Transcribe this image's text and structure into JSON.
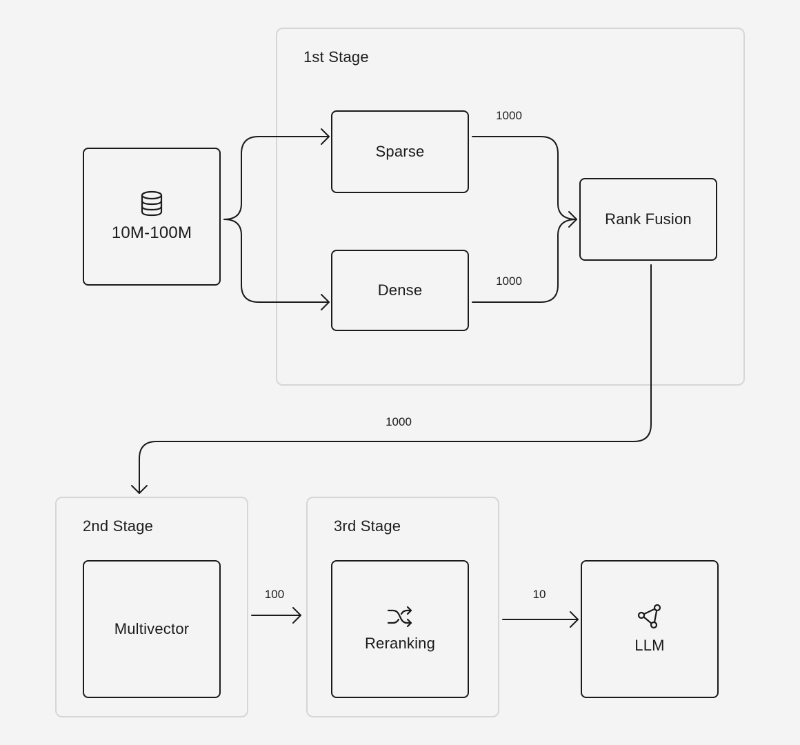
{
  "stages": {
    "first": {
      "label": "1st Stage"
    },
    "second": {
      "label": "2nd Stage"
    },
    "third": {
      "label": "3rd Stage"
    }
  },
  "nodes": {
    "source": {
      "label": "10M-100M",
      "icon": "database-icon"
    },
    "sparse": {
      "label": "Sparse"
    },
    "dense": {
      "label": "Dense"
    },
    "rank_fusion": {
      "label": "Rank Fusion"
    },
    "multivector": {
      "label": "Multivector"
    },
    "reranking": {
      "label": "Reranking",
      "icon": "shuffle-icon"
    },
    "llm": {
      "label": "LLM",
      "icon": "network-icon"
    }
  },
  "counts": {
    "sparse_to_fusion": "1000",
    "dense_to_fusion": "1000",
    "fusion_to_multivector": "1000",
    "multivector_to_reranking": "100",
    "reranking_to_llm": "10"
  },
  "colors": {
    "background": "#f4f4f4",
    "stroke": "#1a1a1a",
    "stage_border": "#d6d6d6"
  }
}
